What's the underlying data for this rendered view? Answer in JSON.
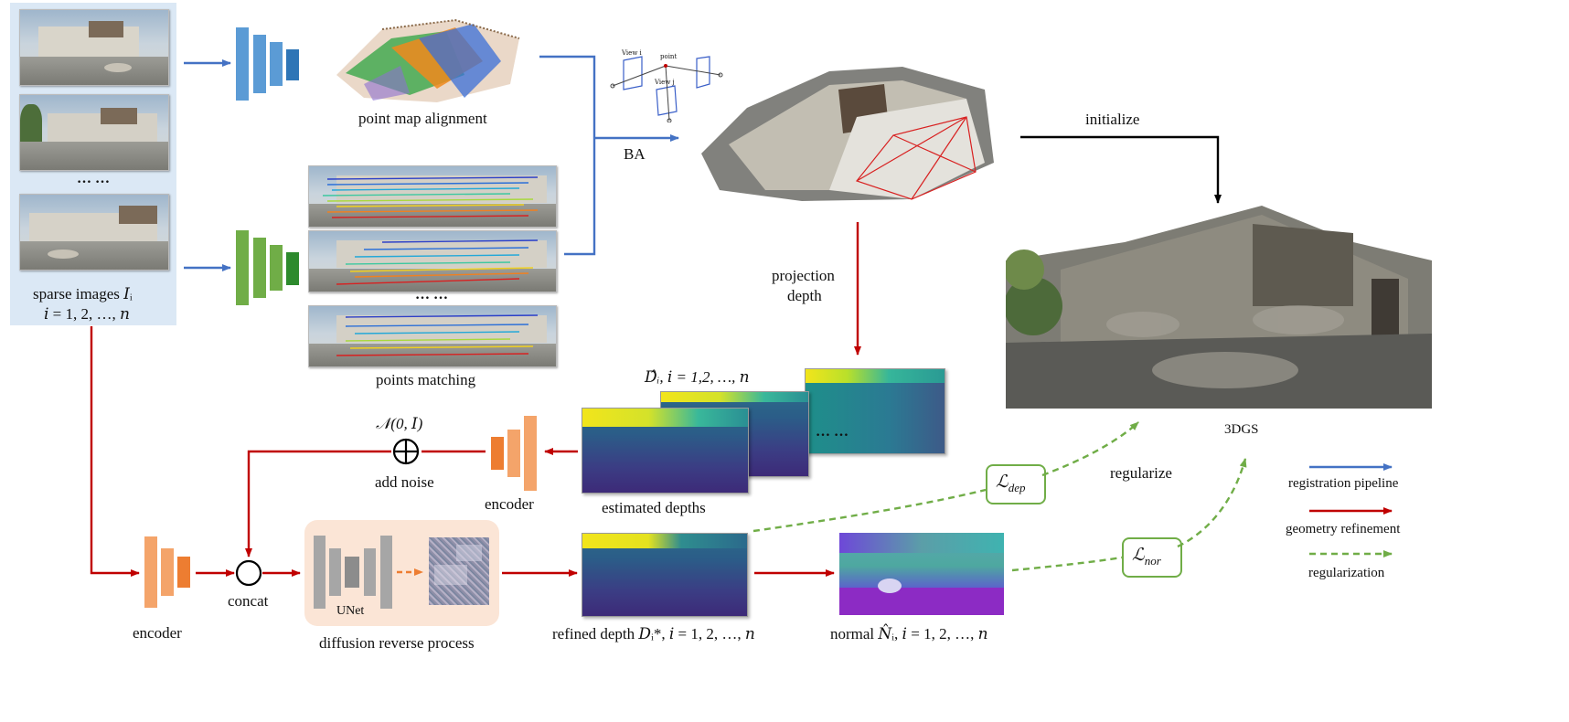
{
  "colors": {
    "registration": "#4472c4",
    "geometry": "#c00000",
    "regularization": "#70ad47",
    "input_panel_bg": "#dbe8f5",
    "blue_net": "#5b9bd5",
    "blue_net_dark": "#2e75b6",
    "green_net": "#70ad47",
    "green_net_dark": "#2d8a2d",
    "orange_net": "#f4a46a",
    "orange_net_dark": "#ed7d31",
    "unet_bg": "#fbe5d6",
    "unet_gray": "#a6a6a6"
  },
  "input": {
    "ellipsis": "… …",
    "caption_line1": "sparse images 𝐼ᵢ",
    "caption_line2": "𝑖 = 1, 2, …, 𝑛"
  },
  "top": {
    "point_map_alignment": "point map alignment",
    "points_matching": "points matching",
    "matching_ellipsis": "… …",
    "ba": "BA",
    "view_labels": [
      "View i",
      "point",
      "View j"
    ],
    "initialize": "initialize",
    "projection_line1": "projection",
    "projection_line2": "depth"
  },
  "refinement": {
    "d_hat_label": "𝐷̂ᵢ, 𝑖 = 1,2, …, 𝑛",
    "depth_ellipsis": "… …",
    "estimated_depths": "estimated depths",
    "encoder_mid": "encoder",
    "noise_label": "𝒩(0, 𝐼)",
    "add_noise": "add noise",
    "encoder_bottom": "encoder",
    "concat": "concat",
    "unet": "UNet",
    "diffusion": "diffusion reverse process",
    "refined_depth": "refined depth 𝐷ᵢ*, 𝑖 = 1, 2, …, 𝑛",
    "normal": "normal 𝑁̂ᵢ, 𝑖 = 1, 2, …, 𝑛"
  },
  "losses": {
    "dep": "ℒ",
    "dep_sub": "dep",
    "nor": "ℒ",
    "nor_sub": "nor",
    "regularize": "regularize",
    "output": "3DGS"
  },
  "legend": {
    "registration": "registration pipeline",
    "geometry": "geometry refinement",
    "regularization": "regularization"
  }
}
